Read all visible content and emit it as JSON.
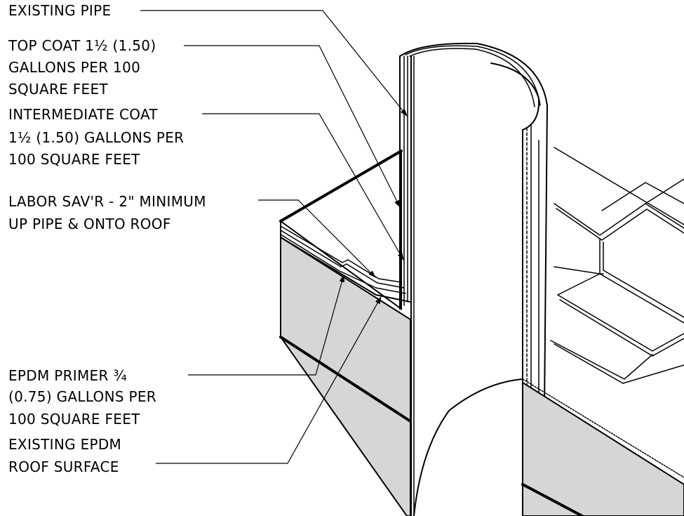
{
  "callouts": [
    {
      "id": "existing-pipe",
      "lines": [
        "EXISTING PIPE"
      ]
    },
    {
      "id": "top-coat",
      "lines": [
        "TOP COAT 1½ (1.50)",
        "GALLONS PER 100",
        "SQUARE FEET"
      ]
    },
    {
      "id": "intermediate-coat",
      "lines": [
        "INTERMEDIATE COAT",
        "1½ (1.50) GALLONS PER",
        "100 SQUARE FEET"
      ]
    },
    {
      "id": "labor-savr",
      "lines": [
        "LABOR SAV'R - 2\" MINIMUM",
        "UP PIPE & ONTO ROOF"
      ]
    },
    {
      "id": "epdm-primer",
      "lines": [
        "EPDM PRIMER ¾",
        "(0.75) GALLONS PER",
        "100 SQUARE FEET"
      ]
    },
    {
      "id": "existing-epdm",
      "lines": [
        "EXISTING EPDM",
        "ROOF SURFACE"
      ]
    }
  ],
  "colors": {
    "line": "#000000",
    "section_fill": "#d6d6d6",
    "background": "#ffffff"
  }
}
